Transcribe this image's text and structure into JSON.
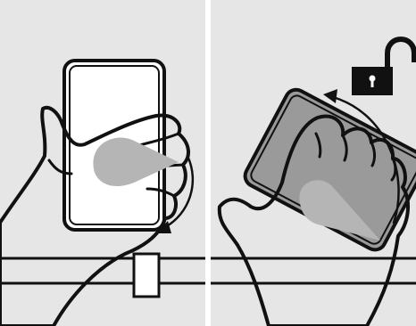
{
  "panels": [
    {
      "step": "grip-phone",
      "bg": "#e6e6e6",
      "pointer_color": "#b5b5b5",
      "arrow_direction": "clockwise"
    },
    {
      "step": "rotate-to-unlock",
      "bg": "#e6e6e6",
      "pointer_color": "#b5b5b5",
      "arrow_direction": "counter-clockwise",
      "status_icon": "unlocked-padlock-icon"
    }
  ],
  "colors": {
    "ink": "#111111",
    "hand": "#ffffff",
    "phone_screen_active": "#9a9a9a"
  }
}
